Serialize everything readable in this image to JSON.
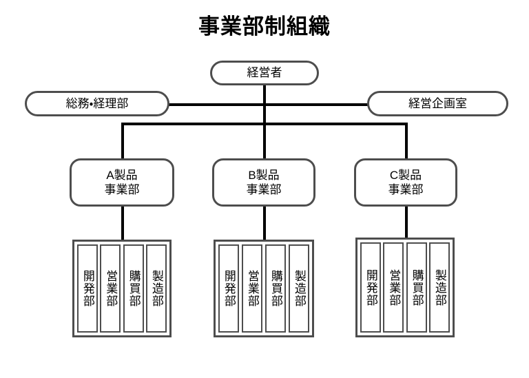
{
  "title": "事業部制組織",
  "chart_data": {
    "type": "diagram",
    "diagram_type": "organization-chart",
    "title": "事業部制組織",
    "nodes": [
      {
        "id": "executive",
        "label": "経営者",
        "level": "top",
        "shape": "rounded-pill"
      },
      {
        "id": "general-affairs",
        "label": "総務・経理部",
        "level": "staff-left",
        "shape": "rounded-pill"
      },
      {
        "id": "planning-office",
        "label": "経営企画室",
        "level": "staff-right",
        "shape": "rounded-pill"
      },
      {
        "id": "division-a",
        "label": "A製品\n事業部",
        "level": "division",
        "shape": "rounded-rect"
      },
      {
        "id": "division-b",
        "label": "B製品\n事業部",
        "level": "division",
        "shape": "rounded-rect"
      },
      {
        "id": "division-c",
        "label": "C製品\n事業部",
        "level": "division",
        "shape": "rounded-rect"
      }
    ],
    "edges": [
      {
        "from": "executive",
        "to": "general-affairs"
      },
      {
        "from": "executive",
        "to": "planning-office"
      },
      {
        "from": "executive",
        "to": "division-a"
      },
      {
        "from": "executive",
        "to": "division-b"
      },
      {
        "from": "executive",
        "to": "division-c"
      },
      {
        "from": "division-a",
        "to": "departments-a"
      },
      {
        "from": "division-b",
        "to": "departments-b"
      },
      {
        "from": "division-c",
        "to": "departments-c"
      }
    ],
    "departments": [
      "開発部",
      "営業部",
      "購買部",
      "製造部"
    ],
    "colors": {
      "line": "#000000",
      "border": "#4d4d4d",
      "background": "#ffffff",
      "text": "#000000"
    }
  },
  "top": {
    "executive": "経営者"
  },
  "staff": {
    "left": "総務・経理部",
    "right": "経営企画室"
  },
  "divisions": [
    {
      "id": "a",
      "label": "A製品\n事業部",
      "departments": [
        {
          "label": "開発部"
        },
        {
          "label": "営業部"
        },
        {
          "label": "購買部"
        },
        {
          "label": "製造部"
        }
      ]
    },
    {
      "id": "b",
      "label": "B製品\n事業部",
      "departments": [
        {
          "label": "開発部"
        },
        {
          "label": "営業部"
        },
        {
          "label": "購買部"
        },
        {
          "label": "製造部"
        }
      ]
    },
    {
      "id": "c",
      "label": "C製品\n事業部",
      "departments": [
        {
          "label": "開発部"
        },
        {
          "label": "営業部"
        },
        {
          "label": "購買部"
        },
        {
          "label": "製造部"
        }
      ]
    }
  ]
}
